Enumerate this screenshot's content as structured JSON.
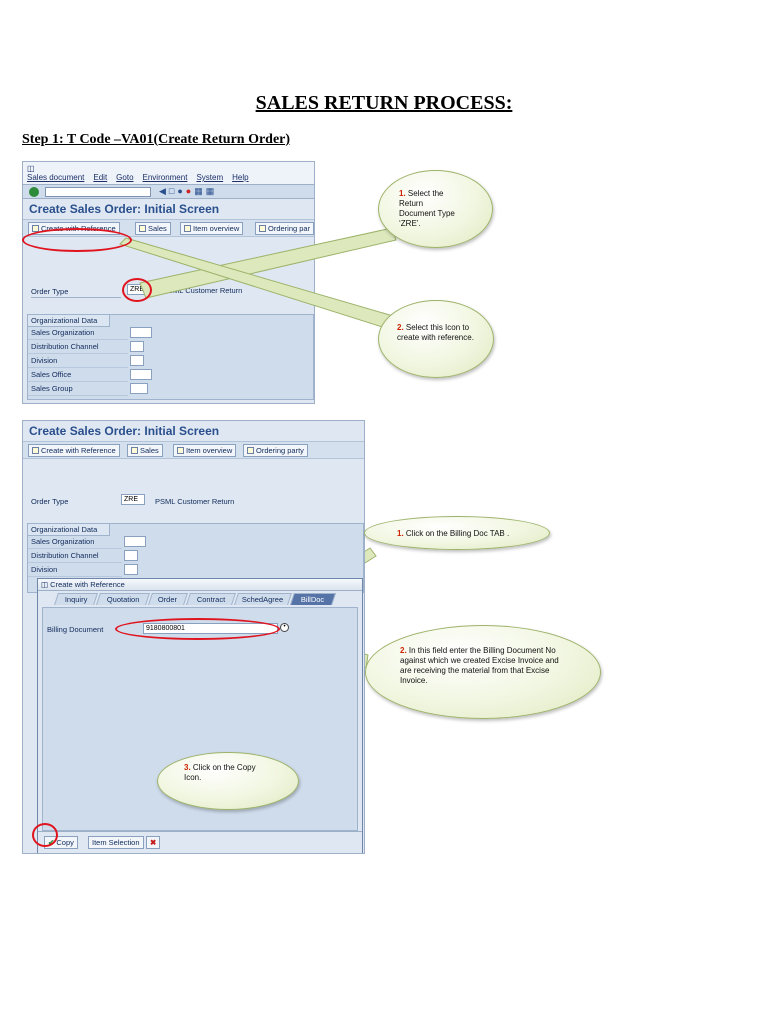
{
  "title": "SALES RETURN PROCESS:",
  "step1": "Step 1: T Code –VA01(Create Return Order)",
  "screen1": {
    "menu": [
      "Sales document",
      "Edit",
      "Goto",
      "Environment",
      "System",
      "Help"
    ],
    "screen_title": "Create Sales Order: Initial Screen",
    "toolbar": [
      "Create with Reference",
      "Sales",
      "Item overview",
      "Ordering par"
    ],
    "order_type_label": "Order Type",
    "order_type_value": "ZRE",
    "order_type_desc": "PSML Customer Return",
    "org_header": "Organizational Data",
    "org_fields": [
      "Sales Organization",
      "Distribution Channel",
      "Division",
      "Sales Office",
      "Sales Group"
    ]
  },
  "screen2": {
    "screen_title": "Create Sales Order: Initial Screen",
    "toolbar": [
      "Create with Reference",
      "Sales",
      "Item overview",
      "Ordering party"
    ],
    "order_type_label": "Order Type",
    "order_type_value": "ZRE",
    "order_type_desc": "PSML Customer Return",
    "org_header": "Organizational Data",
    "org_fields": [
      "Sales Organization",
      "Distribution Channel",
      "Division"
    ],
    "dialog_title": "Create with Reference",
    "tabs": [
      "Inquiry",
      "Quotation",
      "Order",
      "Contract",
      "SchedAgree",
      "BillDoc"
    ],
    "billing_label": "Billing Document",
    "billing_value": "9180800801",
    "copy_label": "Copy",
    "item_selection_label": "Item Selection"
  },
  "callouts": {
    "c1_num": "1.",
    "c1_text": "Select the Return Document Type ‘ZRE’.",
    "c2_num": "2.",
    "c2_text": "Select this Icon to create with reference.",
    "c3_num": "1.",
    "c3_text": "Click on the Billing Doc TAB .",
    "c4_num": "2.",
    "c4_text": "In this field enter the Billing Document No against which we created Excise Invoice and are receiving the material from that Excise Invoice.",
    "c5_num": "3.",
    "c5_text": "Click on the Copy Icon."
  },
  "colors": {
    "callout_number": "#cc2200",
    "highlight_ring": "#e0141e",
    "active_tab": "#5573a6"
  }
}
